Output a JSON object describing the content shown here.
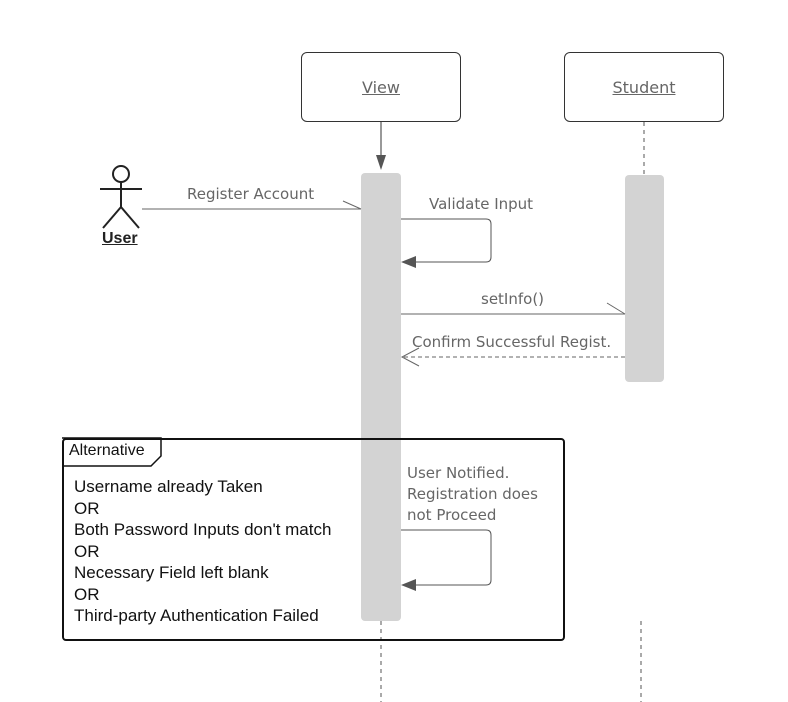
{
  "diagram": {
    "type": "sequence",
    "lifelines": [
      {
        "id": "view",
        "label": "View"
      },
      {
        "id": "student",
        "label": "Student"
      }
    ],
    "actor": {
      "label": "User"
    },
    "messages": [
      {
        "id": "register",
        "from": "User",
        "to": "View",
        "label": "Register Account",
        "style": "solid"
      },
      {
        "id": "validate",
        "from": "View",
        "to": "View",
        "label": "Validate Input",
        "style": "solid"
      },
      {
        "id": "setinfo",
        "from": "View",
        "to": "Student",
        "label": "setInfo()",
        "style": "solid"
      },
      {
        "id": "confirm",
        "from": "Student",
        "to": "View",
        "label": "Confirm Successful Regist.",
        "style": "dashed"
      },
      {
        "id": "notified",
        "from": "View",
        "to": "View",
        "label": "User Notified.\nRegistration does\nnot Proceed",
        "style": "solid"
      }
    ],
    "alternative": {
      "tag": "Alternative",
      "conditions": [
        "Username already Taken",
        "OR",
        "Both Password Inputs don't match",
        "OR",
        "Necessary Field left blank",
        "OR",
        "Third-party Authentication Failed"
      ]
    },
    "colors": {
      "activation": "#d3d3d3",
      "line": "#666666",
      "frame": "#111111"
    }
  }
}
